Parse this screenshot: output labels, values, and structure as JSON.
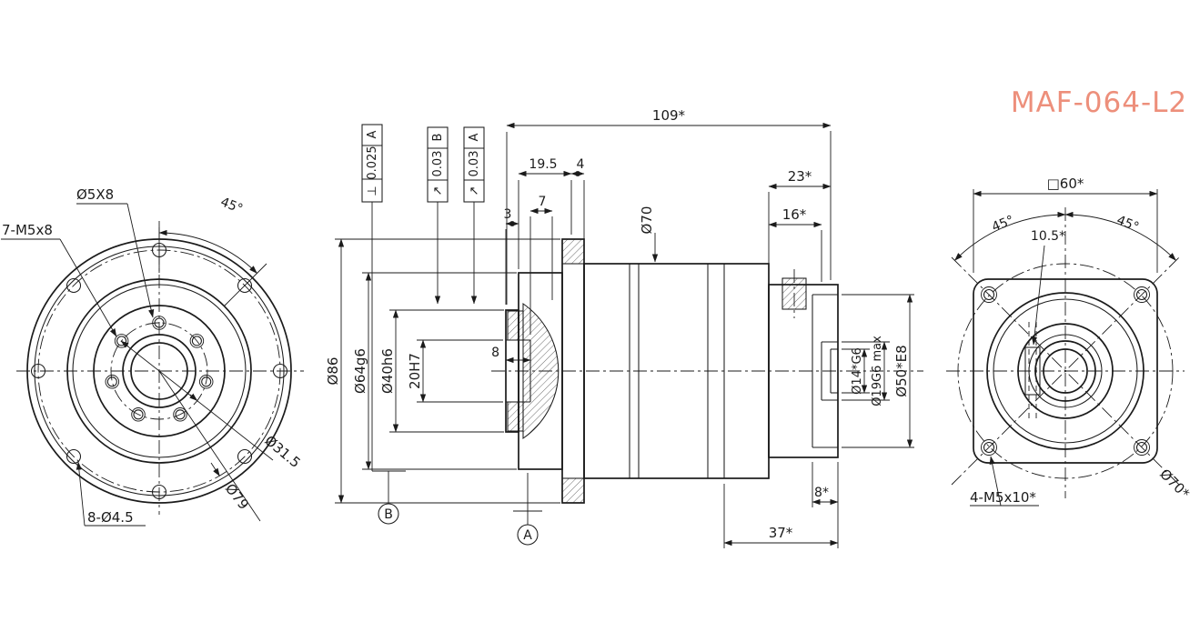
{
  "title": "MAF-064-L2",
  "colors": {
    "line": "#1b1b1b",
    "title": "#ED8F7B"
  },
  "front_view": {
    "labels": {
      "pin_hole": "Ø5X8",
      "tapped_holes": "7-M5x8",
      "angle": "45°",
      "pilot_dia": "Ø31.5",
      "bolt_circle_dia": "Ø79",
      "through_holes": "8-Ø4.5"
    }
  },
  "section_view": {
    "top_dims": {
      "overall": "109*",
      "step": "19.5",
      "flange": "4",
      "groove": "3",
      "hub": "7",
      "adapter": "23*",
      "pilot_depth": "16*"
    },
    "left_dims": {
      "flange_dia": "Ø86",
      "pilot_dia": "Ø64g6",
      "hub_dia": "Ø40h6",
      "bore": "20H7",
      "bore_depth": "8"
    },
    "right_dims": {
      "shaft_bore": "Ø14*G6",
      "max_bore": "Ø19G6 max",
      "pilot_bore": "Ø50*E8"
    },
    "bottom_dims": {
      "step": "8*",
      "adapter_len": "37*"
    },
    "body_dia": "Ø70",
    "tol_boxes": [
      {
        "symbol": "⊥",
        "value": "0.025",
        "datum": "A"
      },
      {
        "symbol": "↗",
        "value": "0.03",
        "datum": "B"
      },
      {
        "symbol": "↗",
        "value": "0.03",
        "datum": "A"
      }
    ],
    "datum_flags": {
      "b": "B",
      "a": "A"
    }
  },
  "rear_view": {
    "labels": {
      "square": "□60*",
      "angle_left": "45°",
      "angle_right": "45°",
      "keyway": "10.5*",
      "tapped_holes": "4-M5x10*",
      "bolt_circle": "Ø70*"
    }
  }
}
